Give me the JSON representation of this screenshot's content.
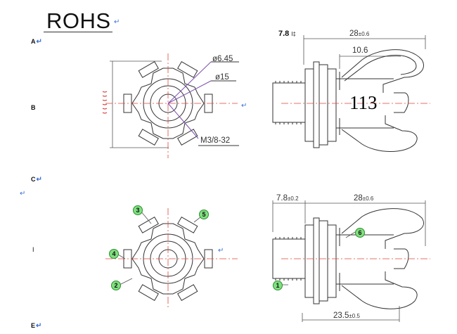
{
  "title": "ROHS",
  "row_labels": [
    "A",
    "B",
    "C",
    "I",
    "E"
  ],
  "top_view": {
    "dims": {
      "outer_diameter": "ø6.45",
      "inner_diameter": "ø15",
      "thread": "M3/8-32"
    }
  },
  "top_side": {
    "thickness": "7.8",
    "length": "28",
    "length_tol": "±0.6",
    "inner": "10.6",
    "part_label": "113"
  },
  "bottom_side": {
    "thickness": "7.8",
    "thickness_tol": "±0.2",
    "length": "28",
    "length_tol": "±0.6",
    "bottom": "23.5",
    "bottom_tol": "±0.5"
  },
  "callouts": [
    "1",
    "2",
    "3",
    "4",
    "5",
    "6"
  ],
  "colors": {
    "line": "#333333",
    "centerline": "#e0463a",
    "callout": "#7fe07f",
    "mark": "#3c6fd6"
  }
}
